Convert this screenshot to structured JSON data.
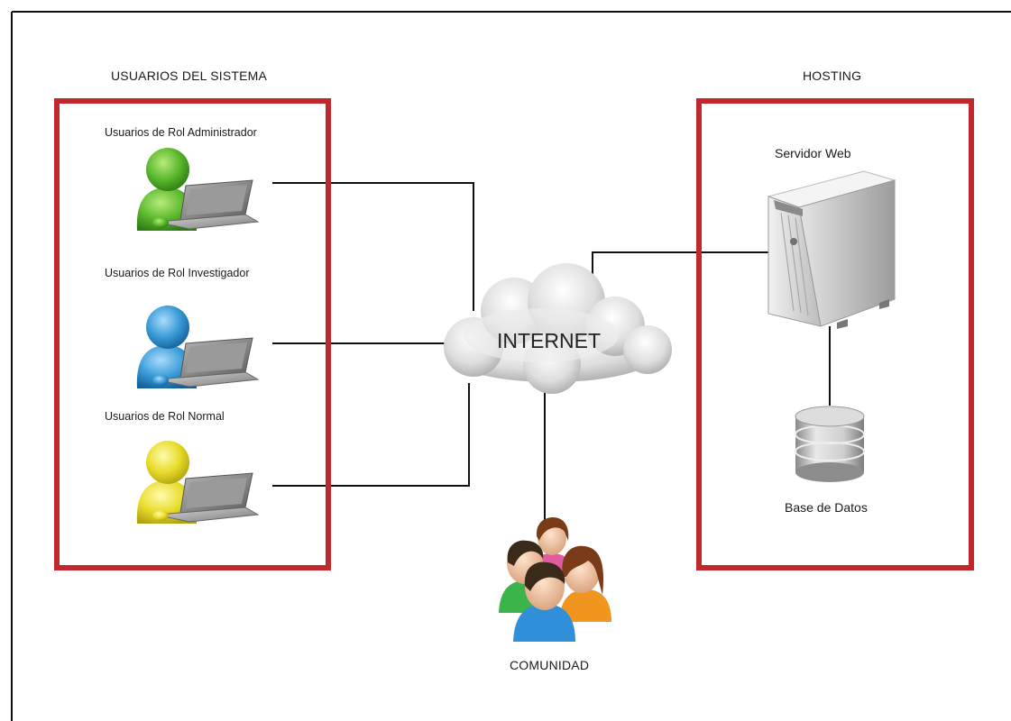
{
  "titles": {
    "users": "USUARIOS DEL SISTEMA",
    "hosting": "HOSTING"
  },
  "roles": {
    "admin": "Usuarios de Rol Administrador",
    "researcher": "Usuarios de Rol Investigador",
    "normal": "Usuarios de Rol Normal"
  },
  "network": {
    "cloud": "INTERNET"
  },
  "hosting": {
    "server": "Servidor Web",
    "database": "Base de Datos"
  },
  "community": {
    "label": "COMUNIDAD"
  },
  "colors": {
    "box_border": "#c0282d",
    "admin_user": "#5cb82e",
    "researcher_user": "#3a9bd6",
    "normal_user": "#e8dc2a",
    "lines": "#111111"
  },
  "icons": [
    "user-laptop-icon",
    "cloud-icon",
    "server-icon",
    "database-icon",
    "group-icon"
  ]
}
